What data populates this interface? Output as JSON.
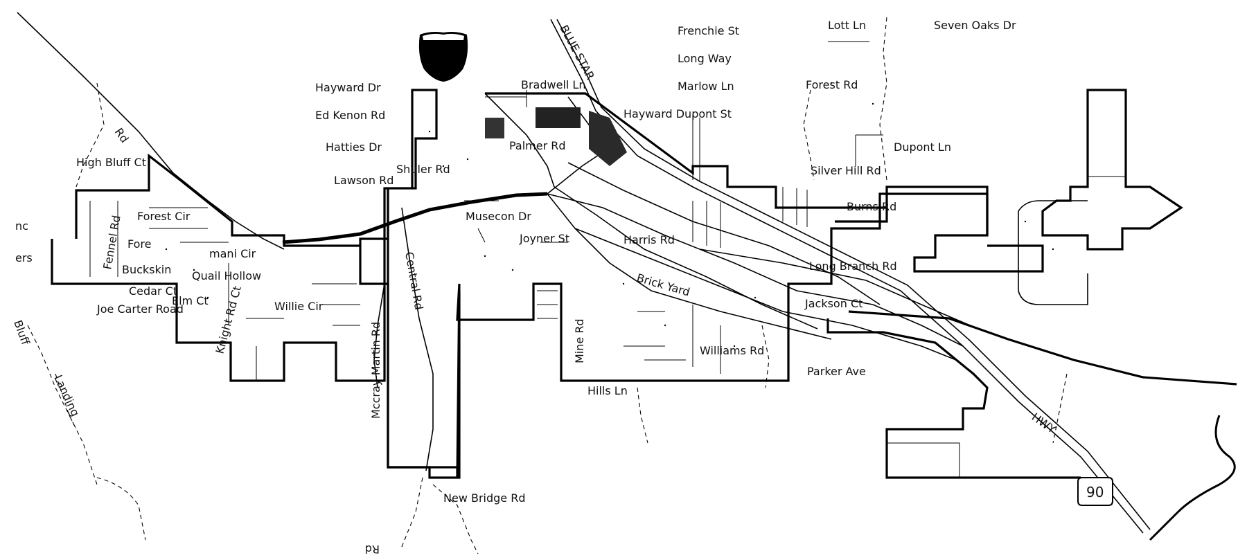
{
  "map": {
    "colors": {
      "ink": "#000000",
      "paper": "#ffffff"
    },
    "shield_icon": "interstate-shield-icon",
    "route_marker": "90",
    "labels": {
      "blue_star": "BLUE STAR",
      "hwy": "HWY",
      "frenchie": "Frenchie St",
      "long_way": "Long Way",
      "marlow": "Marlow Ln",
      "lott": "Lott Ln",
      "seven_oaks": "Seven Oaks Dr",
      "hayward_dr": "Hayward Dr",
      "ed_kenon": "Ed Kenon Rd",
      "hatties": "Hatties Dr",
      "lawson": "Lawson Rd",
      "shuler": "Shuler Rd",
      "bradwell": "Bradwell Ln",
      "palmer": "Palmer Rd",
      "hayward_dupont": "Hayward Dupont St",
      "forest_rd": "Forest Rd",
      "dupont": "Dupont Ln",
      "silver_hill": "Silver Hill Rd",
      "burns": "Burns Rd",
      "musecon": "Musecon Dr",
      "joyner": "Joyner St",
      "harris": "Harris Rd",
      "long_branch": "Long Branch Rd",
      "brick_yard": "Brick Yard",
      "jackson": "Jackson Ct",
      "williams": "Williams Rd",
      "parker": "Parker Ave",
      "mine": "Mine Rd",
      "hills": "Hills Ln",
      "central": "Central Rd",
      "mccray_martin": "Mccray-Martin Rd",
      "new_bridge": "New Bridge Rd",
      "high_bluff": "High Bluff Ct",
      "rd_nw": "Rd",
      "forest_cir": "Forest Cir",
      "fennel": "Fennel Rd",
      "forest_short": "Fore",
      "buckskin": "Buckskin",
      "oman": "mani Cir",
      "quail": "Quail Hollow",
      "cedar": "Cedar Ct",
      "elm": "Elm Ct",
      "joe_carter": "Joe Carter Road",
      "knight": "Knight Rd Ct",
      "willie": "Willie Cir",
      "bluff": "Bluff",
      "landing": "Landing",
      "nc_edge": "nc",
      "ers_edge": "ers",
      "rd_bottom": "Rd"
    }
  }
}
